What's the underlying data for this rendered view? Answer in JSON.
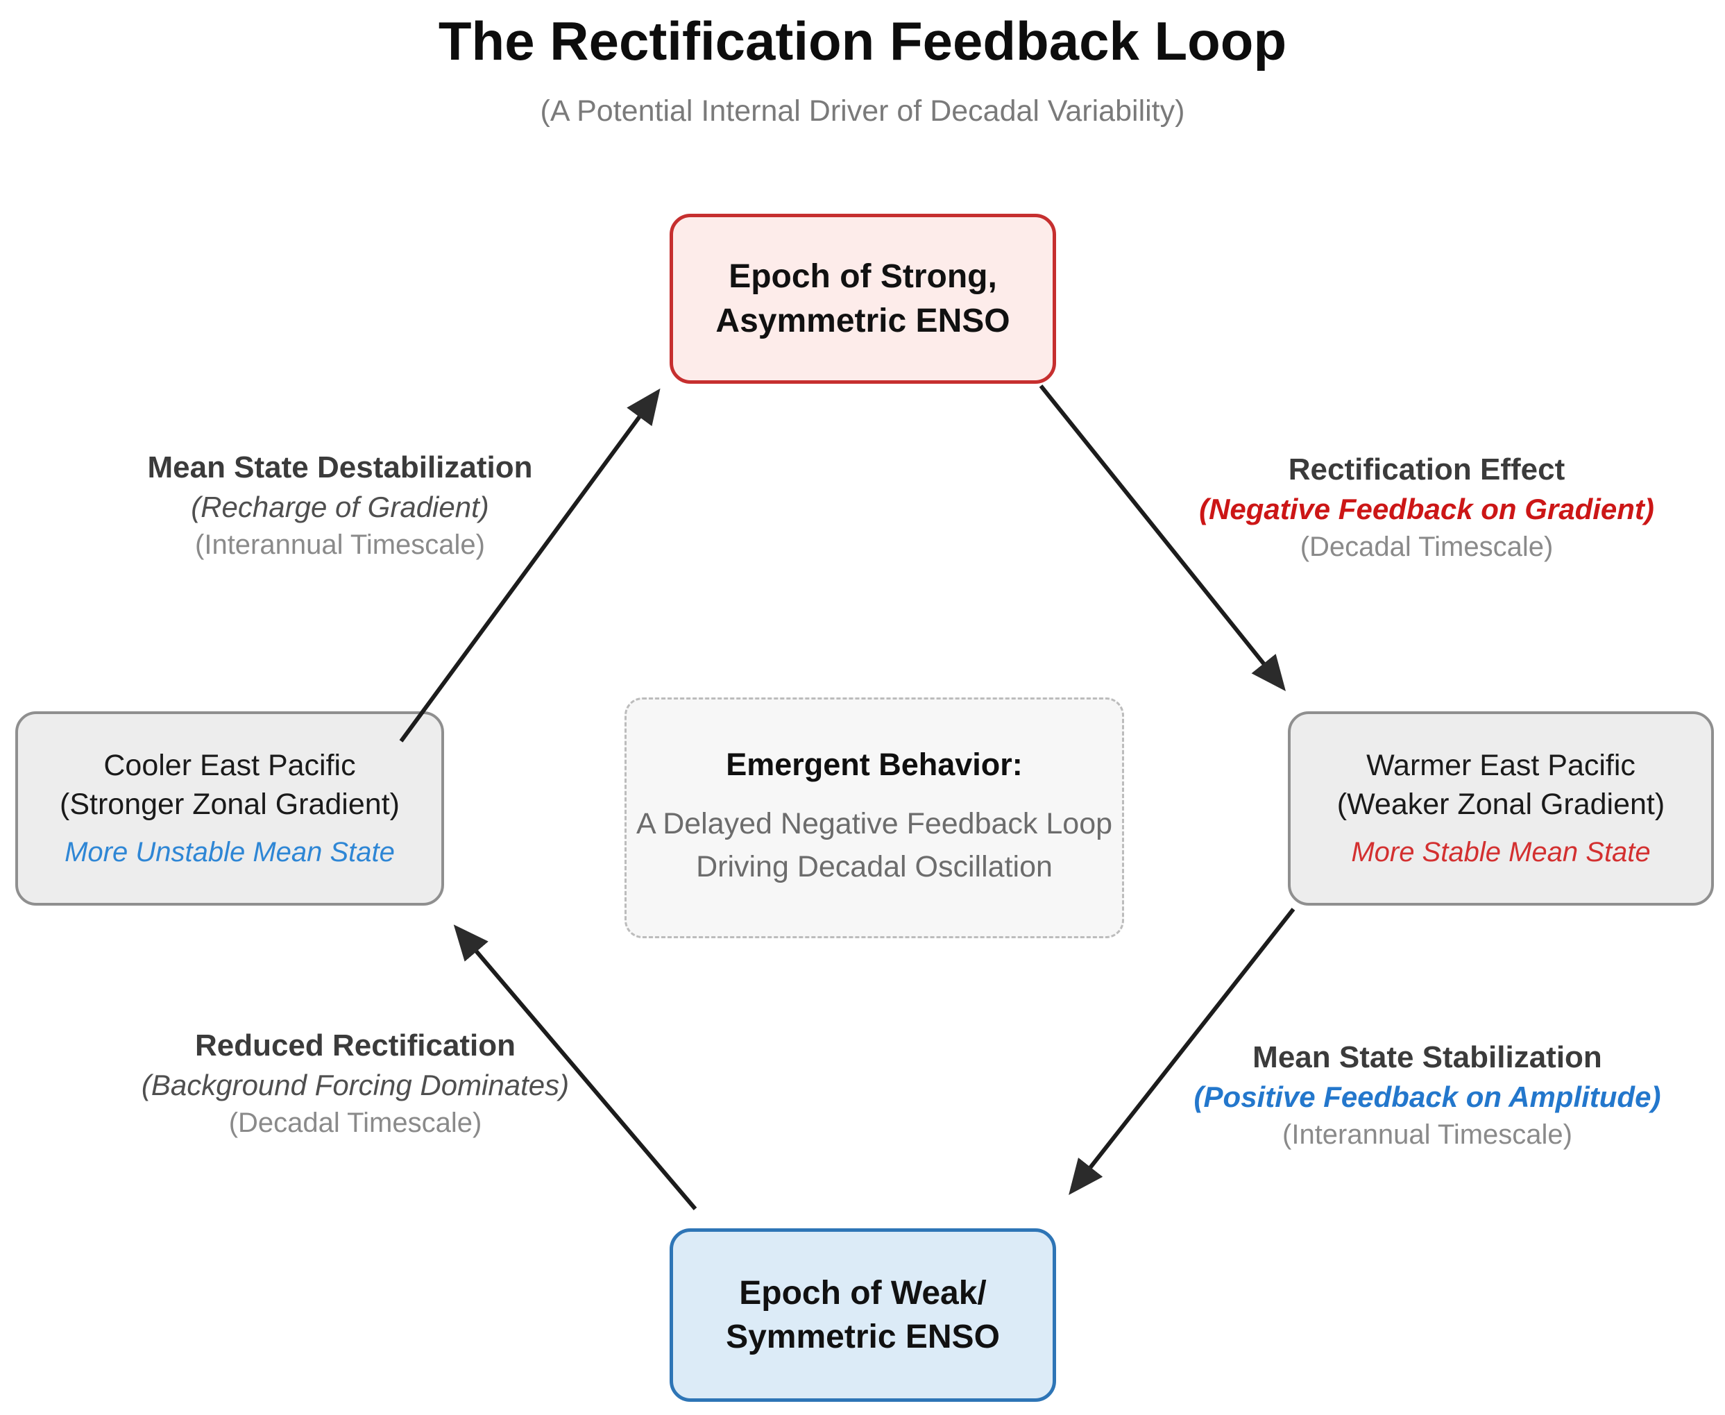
{
  "header": {
    "title": "The Rectification Feedback Loop",
    "subtitle": "(A Potential Internal Driver of Decadal Variability)"
  },
  "nodes": {
    "top": {
      "line1": "Epoch of Strong,",
      "line2": "Asymmetric ENSO"
    },
    "right": {
      "line1": "Warmer East Pacific",
      "line2": "(Weaker Zonal Gradient)",
      "note": "More Stable Mean State"
    },
    "bottom": {
      "line1": "Epoch of Weak/",
      "line2": "Symmetric ENSO"
    },
    "left": {
      "line1": "Cooler East Pacific",
      "line2": "(Stronger Zonal Gradient)",
      "note": "More Unstable Mean State"
    },
    "center": {
      "heading": "Emergent Behavior:",
      "body1": "A Delayed Negative Feedback Loop",
      "body2": "Driving Decadal Oscillation"
    }
  },
  "edges": {
    "top_left": {
      "title": "Mean State Destabilization",
      "subtitle": "(Recharge of Gradient)",
      "timescale": "(Interannual Timescale)"
    },
    "top_right": {
      "title": "Rectification Effect",
      "subtitle": "(Negative Feedback on Gradient)",
      "timescale": "(Decadal Timescale)"
    },
    "bottom_left": {
      "title": "Reduced Rectification",
      "subtitle": "(Background Forcing Dominates)",
      "timescale": "(Decadal Timescale)"
    },
    "bottom_right": {
      "title": "Mean State Stabilization",
      "subtitle": "(Positive Feedback on Amplitude)",
      "timescale": "(Interannual Timescale)"
    }
  },
  "colors": {
    "strong_node_border": "#c62f2f",
    "strong_node_fill": "#fdecea",
    "weak_node_border": "#2e75b6",
    "weak_node_fill": "#dcebf7",
    "state_node_border": "#8f8f8f",
    "state_node_fill": "#ededed",
    "center_fill": "#f7f7f7",
    "center_border": "#bcbcbc",
    "red_text": "#cc1616",
    "blue_text": "#2377cc",
    "note_red": "#d33030",
    "note_blue": "#2e86d5",
    "muted_text": "#8a8a8a",
    "arrow": "#1c1c1c"
  }
}
